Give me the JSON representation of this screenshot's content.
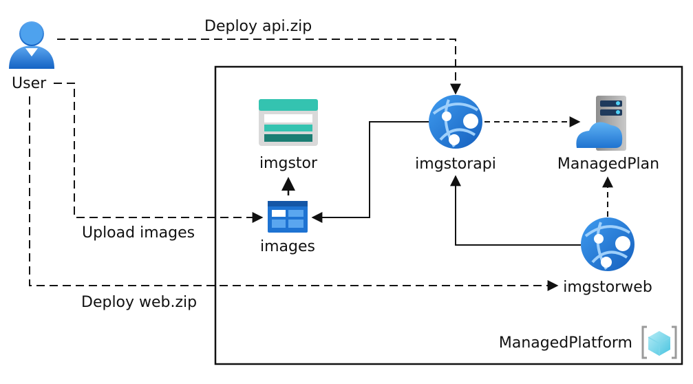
{
  "labels": {
    "user": "User",
    "deploy_api": "Deploy api.zip",
    "upload_images": "Upload images",
    "deploy_web": "Deploy web.zip",
    "imgstor": "imgstor",
    "images": "images",
    "imgstorapi": "imgstorapi",
    "managed_plan": "ManagedPlan",
    "imgstorweb": "imgstorweb",
    "managed_platform": "ManagedPlatform"
  },
  "icons": {
    "user": "user-icon",
    "storage_account": "storage-account-icon",
    "container": "blob-container-icon",
    "api_app": "web-app-icon",
    "plan": "app-service-plan-icon",
    "web_app": "web-app-icon",
    "platform": "resource-group-icon"
  },
  "colors": {
    "line": "#111111",
    "icon_blue": "#1e73d2",
    "icon_teal": "#34c3b0"
  }
}
